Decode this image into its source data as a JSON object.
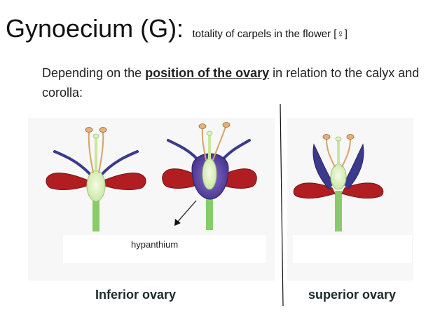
{
  "title": {
    "main": "Gynoecium (G):",
    "subtitle": "totality of carpels in the flower [♀]"
  },
  "intro": {
    "before": "Depending on the ",
    "emphasis": "position of the ovary",
    "after": " in relation to the calyx and corolla:"
  },
  "figure": {
    "annotation": "hypanthium",
    "caption_left": "Inferior ovary",
    "caption_right": "superior ovary"
  },
  "colors": {
    "petal_red": "#b01e22",
    "sepal_blue": "#3b3a8c",
    "hypanthium_purple": "#6a4fb0",
    "stem_green": "#88cc6a",
    "ovary_light": "#dff0c4",
    "stamen_tan": "#d6a36a"
  }
}
